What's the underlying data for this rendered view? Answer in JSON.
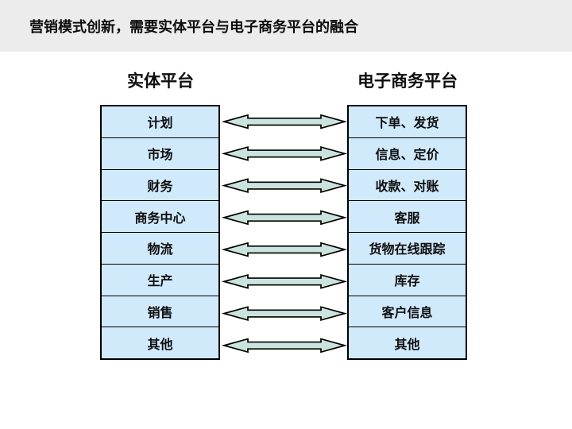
{
  "slide": {
    "title": "营销模式创新，需要实体平台与电子商务平台的融合"
  },
  "left_column": {
    "header": "实体平台",
    "rows": [
      "计划",
      "市场",
      "财务",
      "商务中心",
      "物流",
      "生产",
      "销售",
      "其他"
    ]
  },
  "right_column": {
    "header": "电子商务平台",
    "rows": [
      "下单、发货",
      "信息、定价",
      "收款、对账",
      "客服",
      "货物在线跟踪",
      "库存",
      "客户信息",
      "其他"
    ]
  },
  "arrows": {
    "count": 8,
    "direction": "double-headed",
    "fill": "#cbe3de",
    "stroke": "#000000"
  },
  "colors": {
    "band_background": "#ececec",
    "page_background": "#ffffff",
    "cell_fill": "#d0e9fb",
    "cell_border": "#000000",
    "text": "#0d0d0d"
  }
}
